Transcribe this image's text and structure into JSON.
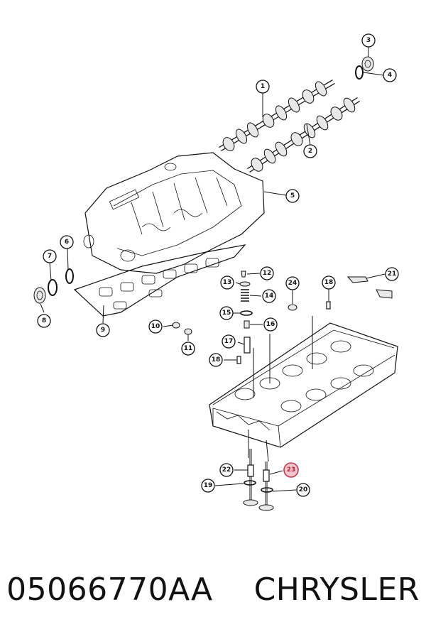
{
  "callouts": [
    {
      "num": "1"
    },
    {
      "num": "2"
    },
    {
      "num": "3"
    },
    {
      "num": "4"
    },
    {
      "num": "5"
    },
    {
      "num": "6"
    },
    {
      "num": "7"
    },
    {
      "num": "8"
    },
    {
      "num": "9"
    },
    {
      "num": "10"
    },
    {
      "num": "11"
    },
    {
      "num": "12"
    },
    {
      "num": "13"
    },
    {
      "num": "14"
    },
    {
      "num": "15"
    },
    {
      "num": "16"
    },
    {
      "num": "17"
    },
    {
      "num": "18"
    },
    {
      "num": "18"
    },
    {
      "num": "19"
    },
    {
      "num": "20"
    },
    {
      "num": "21"
    },
    {
      "num": "22"
    },
    {
      "num": "23",
      "highlighted": true
    },
    {
      "num": "24"
    }
  ],
  "footer": {
    "part_number": "05066770AA",
    "brand": "CHRYSLER"
  },
  "colors": {
    "highlight_fill": "#f2c6cc",
    "highlight_stroke": "#c4394d"
  }
}
